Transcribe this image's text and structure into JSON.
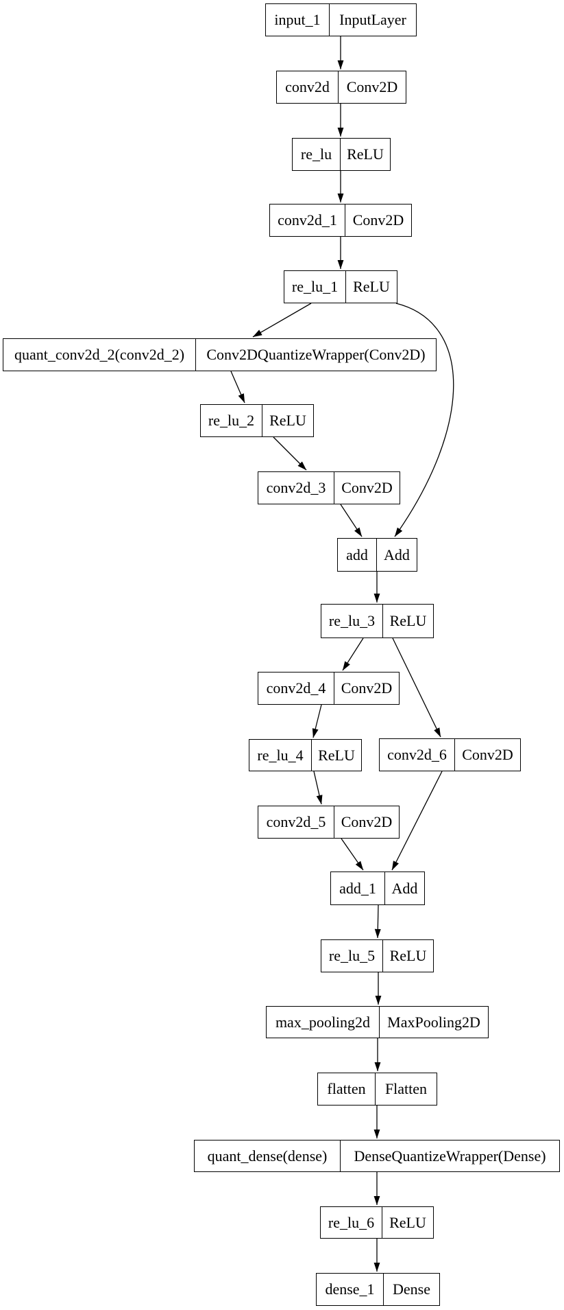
{
  "diagram": {
    "kind": "keras-model-plot",
    "colors": {
      "background": "#ffffff",
      "node_fill": "#ffffff",
      "stroke": "#000000",
      "text": "#000000"
    },
    "nodes": [
      {
        "name": "input_1",
        "type": "InputLayer"
      },
      {
        "name": "conv2d",
        "type": "Conv2D"
      },
      {
        "name": "re_lu",
        "type": "ReLU"
      },
      {
        "name": "conv2d_1",
        "type": "Conv2D"
      },
      {
        "name": "re_lu_1",
        "type": "ReLU"
      },
      {
        "name": "quant_conv2d_2(conv2d_2)",
        "type": "Conv2DQuantizeWrapper(Conv2D)"
      },
      {
        "name": "re_lu_2",
        "type": "ReLU"
      },
      {
        "name": "conv2d_3",
        "type": "Conv2D"
      },
      {
        "name": "add",
        "type": "Add"
      },
      {
        "name": "re_lu_3",
        "type": "ReLU"
      },
      {
        "name": "conv2d_4",
        "type": "Conv2D"
      },
      {
        "name": "re_lu_4",
        "type": "ReLU"
      },
      {
        "name": "conv2d_6",
        "type": "Conv2D"
      },
      {
        "name": "conv2d_5",
        "type": "Conv2D"
      },
      {
        "name": "add_1",
        "type": "Add"
      },
      {
        "name": "re_lu_5",
        "type": "ReLU"
      },
      {
        "name": "max_pooling2d",
        "type": "MaxPooling2D"
      },
      {
        "name": "flatten",
        "type": "Flatten"
      },
      {
        "name": "quant_dense(dense)",
        "type": "DenseQuantizeWrapper(Dense)"
      },
      {
        "name": "re_lu_6",
        "type": "ReLU"
      },
      {
        "name": "dense_1",
        "type": "Dense"
      }
    ],
    "edges": [
      {
        "from": "input_1",
        "to": "conv2d"
      },
      {
        "from": "conv2d",
        "to": "re_lu"
      },
      {
        "from": "re_lu",
        "to": "conv2d_1"
      },
      {
        "from": "conv2d_1",
        "to": "re_lu_1"
      },
      {
        "from": "re_lu_1",
        "to": "quant_conv2d_2(conv2d_2)"
      },
      {
        "from": "re_lu_1",
        "to": "add"
      },
      {
        "from": "quant_conv2d_2(conv2d_2)",
        "to": "re_lu_2"
      },
      {
        "from": "re_lu_2",
        "to": "conv2d_3"
      },
      {
        "from": "conv2d_3",
        "to": "add"
      },
      {
        "from": "add",
        "to": "re_lu_3"
      },
      {
        "from": "re_lu_3",
        "to": "conv2d_4"
      },
      {
        "from": "re_lu_3",
        "to": "conv2d_6"
      },
      {
        "from": "conv2d_4",
        "to": "re_lu_4"
      },
      {
        "from": "re_lu_4",
        "to": "conv2d_5"
      },
      {
        "from": "conv2d_5",
        "to": "add_1"
      },
      {
        "from": "conv2d_6",
        "to": "add_1"
      },
      {
        "from": "add_1",
        "to": "re_lu_5"
      },
      {
        "from": "re_lu_5",
        "to": "max_pooling2d"
      },
      {
        "from": "max_pooling2d",
        "to": "flatten"
      },
      {
        "from": "flatten",
        "to": "quant_dense(dense)"
      },
      {
        "from": "quant_dense(dense)",
        "to": "re_lu_6"
      },
      {
        "from": "re_lu_6",
        "to": "dense_1"
      }
    ]
  }
}
